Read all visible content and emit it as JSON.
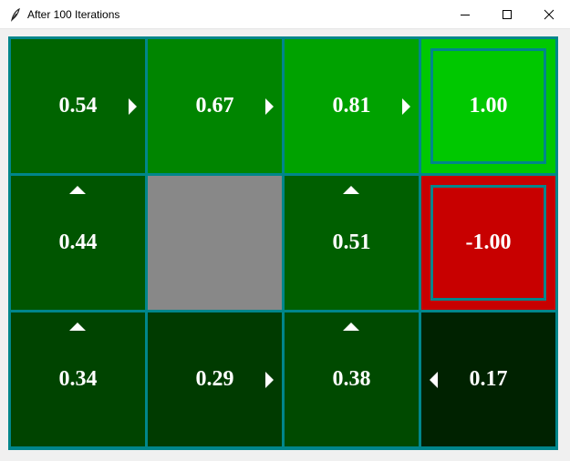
{
  "window": {
    "title": "After 100 Iterations"
  },
  "grid": {
    "rows": 3,
    "cols": 4,
    "border_color": "#00868b",
    "cells": [
      {
        "row": 0,
        "col": 0,
        "value": "0.54",
        "color": "#006400",
        "arrow": "right",
        "terminal": false,
        "wall": false
      },
      {
        "row": 0,
        "col": 1,
        "value": "0.67",
        "color": "#008500",
        "arrow": "right",
        "terminal": false,
        "wall": false
      },
      {
        "row": 0,
        "col": 2,
        "value": "0.81",
        "color": "#00a200",
        "arrow": "right",
        "terminal": false,
        "wall": false
      },
      {
        "row": 0,
        "col": 3,
        "value": "1.00",
        "color": "#00c800",
        "arrow": null,
        "terminal": true,
        "wall": false
      },
      {
        "row": 1,
        "col": 0,
        "value": "0.44",
        "color": "#005500",
        "arrow": "up",
        "terminal": false,
        "wall": false
      },
      {
        "row": 1,
        "col": 1,
        "value": "",
        "color": "#888888",
        "arrow": null,
        "terminal": false,
        "wall": true
      },
      {
        "row": 1,
        "col": 2,
        "value": "0.51",
        "color": "#005f00",
        "arrow": "up",
        "terminal": false,
        "wall": false
      },
      {
        "row": 1,
        "col": 3,
        "value": "-1.00",
        "color": "#c80000",
        "arrow": null,
        "terminal": true,
        "wall": false
      },
      {
        "row": 2,
        "col": 0,
        "value": "0.34",
        "color": "#004400",
        "arrow": "up",
        "terminal": false,
        "wall": false
      },
      {
        "row": 2,
        "col": 1,
        "value": "0.29",
        "color": "#003b00",
        "arrow": "right",
        "terminal": false,
        "wall": false
      },
      {
        "row": 2,
        "col": 2,
        "value": "0.38",
        "color": "#004a00",
        "arrow": "up",
        "terminal": false,
        "wall": false
      },
      {
        "row": 2,
        "col": 3,
        "value": "0.17",
        "color": "#002200",
        "arrow": "left",
        "terminal": false,
        "wall": false
      }
    ]
  }
}
